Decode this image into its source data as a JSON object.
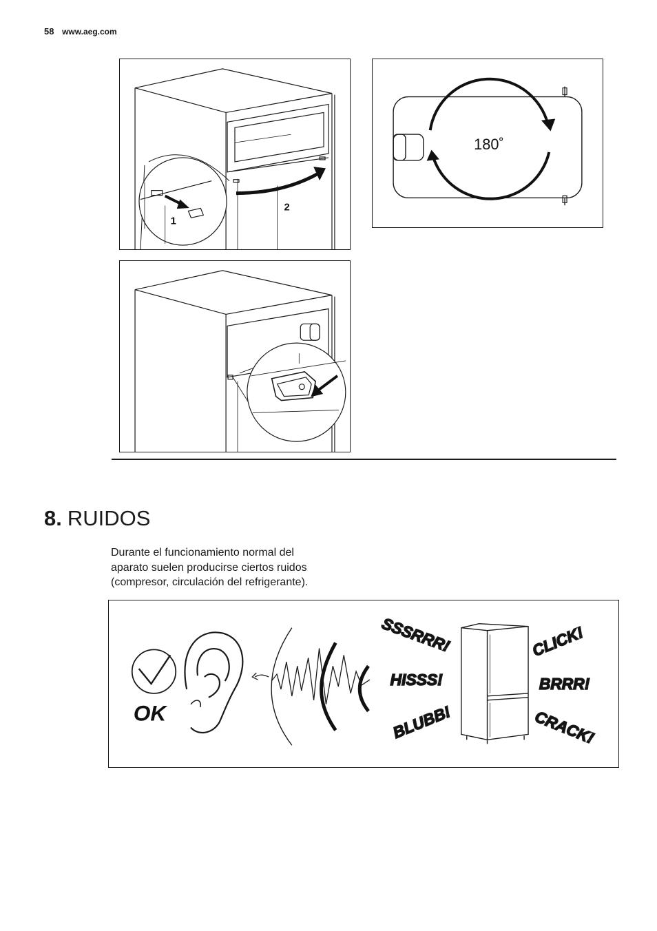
{
  "header": {
    "page_number": "58",
    "site": "www.aeg.com"
  },
  "figures": {
    "door_removal": {
      "step_1": "1",
      "step_2": "2"
    },
    "rotation": {
      "angle": "180˚"
    },
    "noises": {
      "ok_label": "OK",
      "sounds": [
        "SSSRRR!",
        "HISSS!",
        "BLUBB!",
        "CLICK!",
        "BRRR!",
        "CRACK!"
      ]
    }
  },
  "section": {
    "number": "8.",
    "title": "RUIDOS",
    "paragraph_lines": [
      "Durante el funcionamiento normal del",
      "aparato suelen producirse ciertos ruidos",
      "(compresor, circulación del refrigerante)."
    ]
  }
}
